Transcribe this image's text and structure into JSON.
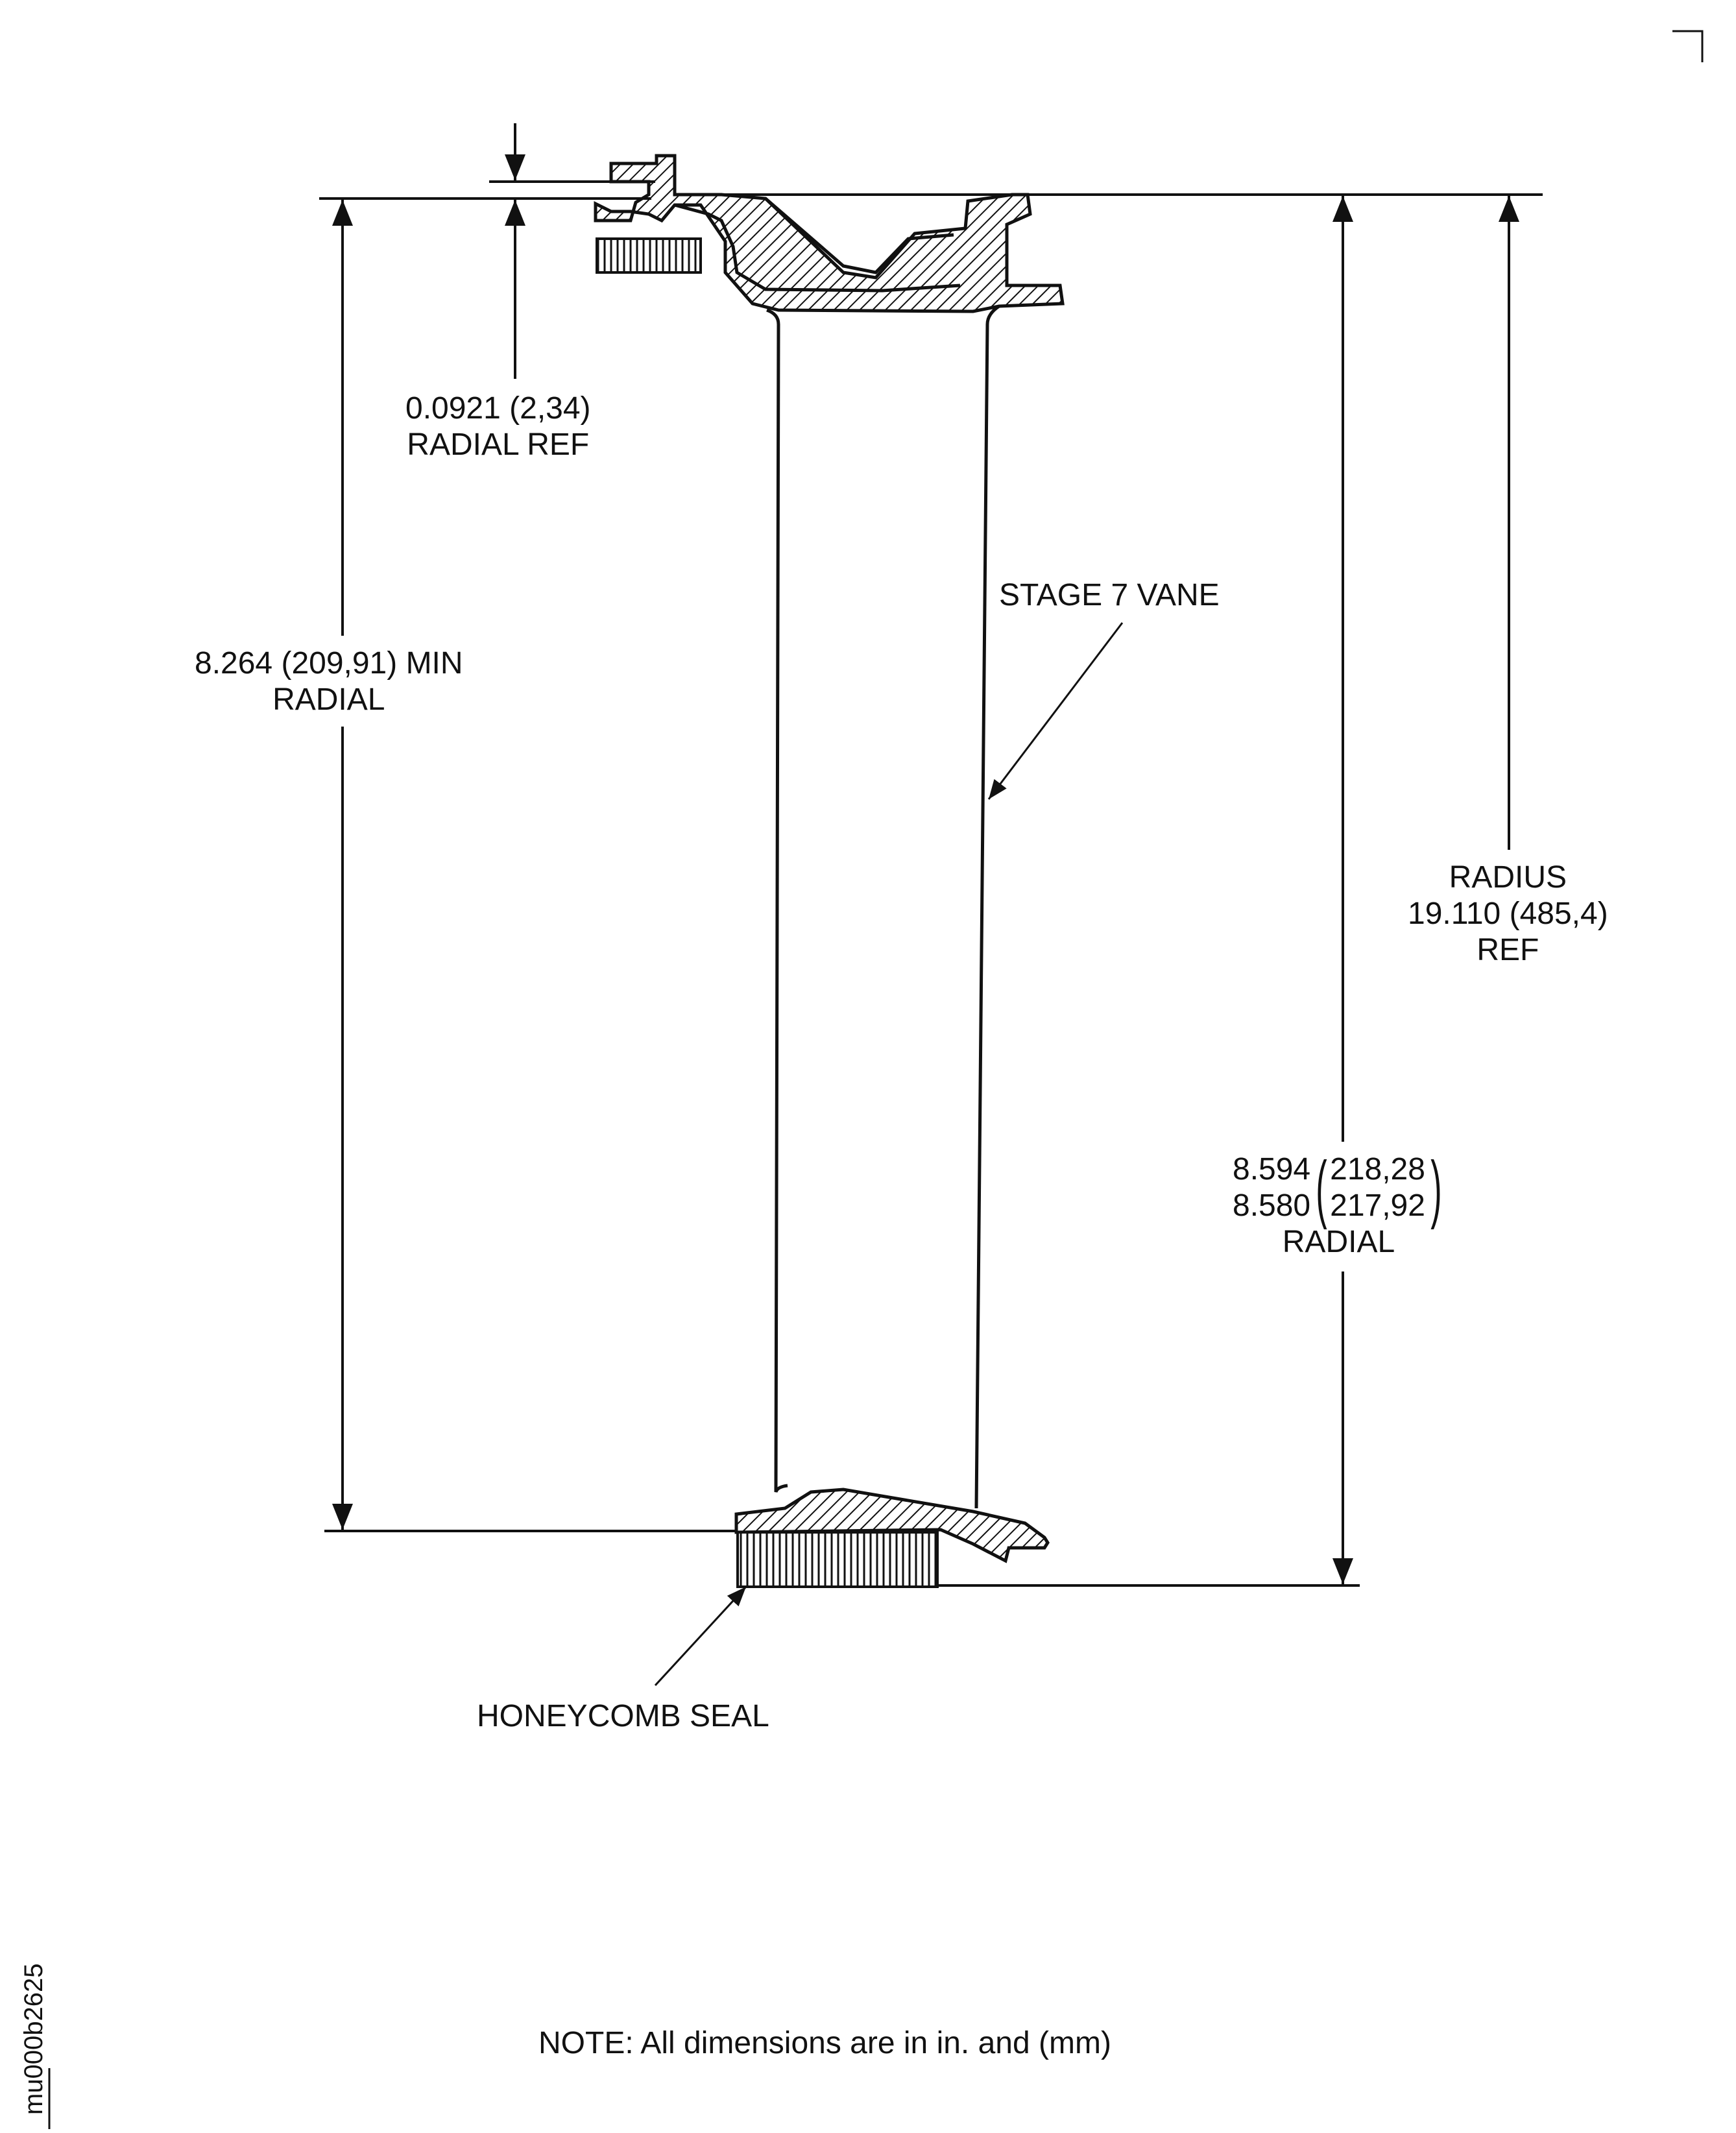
{
  "labels": {
    "vane": "STAGE 7 VANE",
    "honeycomb": "HONEYCOMB SEAL",
    "inner_ref_value": "0.0921 (2,34)",
    "inner_ref_desc": "RADIAL REF",
    "min_radial_value": "8.264 (209,91) MIN",
    "min_radial_desc": "RADIAL",
    "radius_title": "RADIUS",
    "radius_value": "19.110 (485,4)",
    "radius_desc": "REF",
    "radial_upper_in": "8.594",
    "radial_lower_in": "8.580",
    "radial_upper_mm": "218,28",
    "radial_lower_mm": "217,92",
    "radial_desc": "RADIAL",
    "note": "NOTE: All dimensions are in in. and (mm)",
    "figure_id": "mu000b2625"
  }
}
